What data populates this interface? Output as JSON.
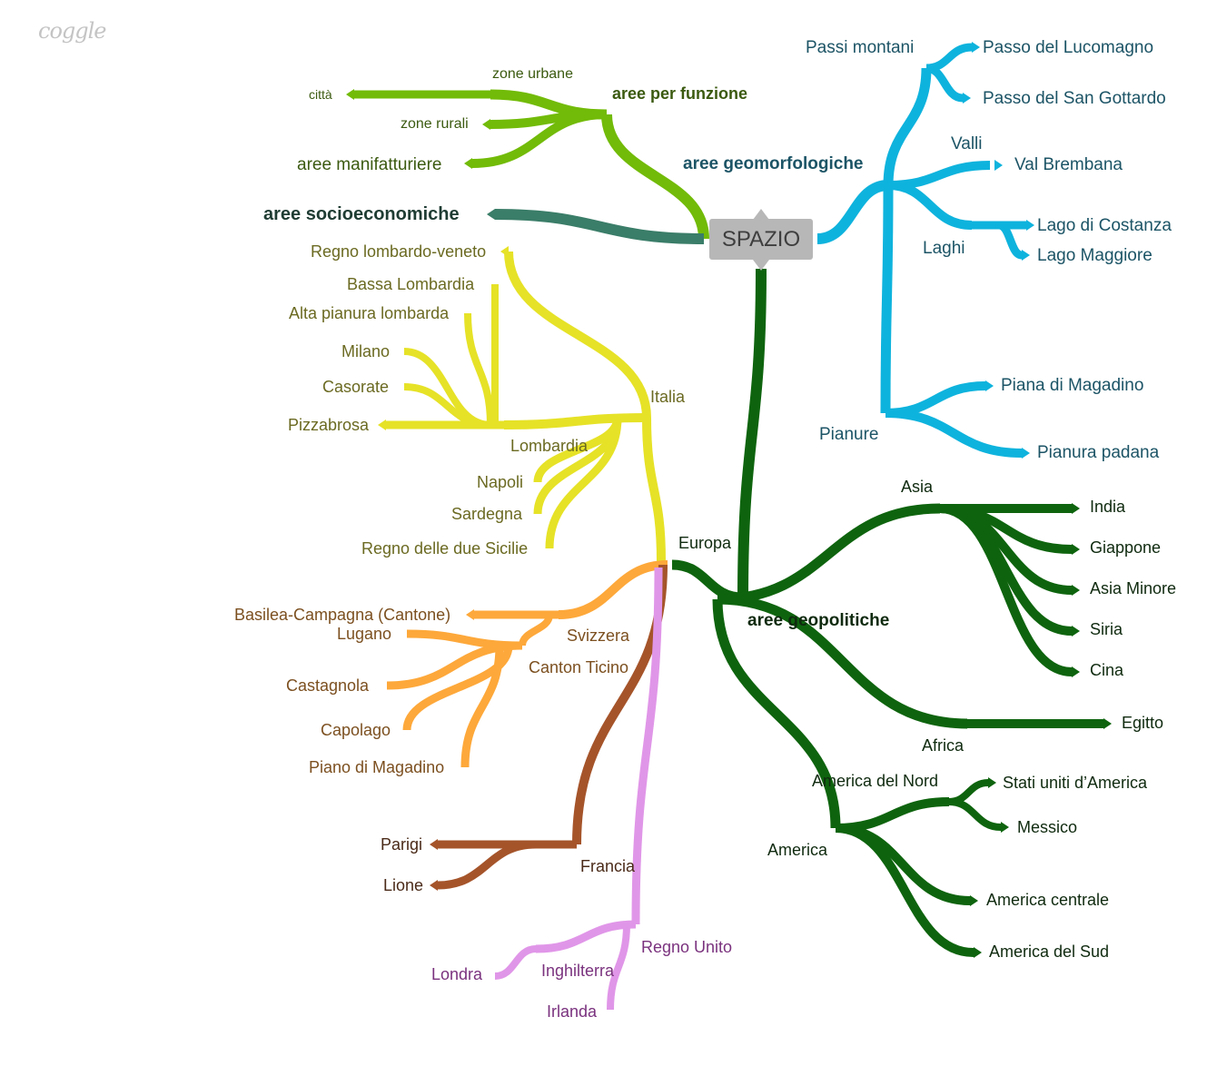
{
  "app": {
    "logo": "coggle"
  },
  "colors": {
    "funzione": "#72bb08",
    "funzione_text": "#3b5a10",
    "socio": "#3a7d68",
    "socio_text": "#1f3c33",
    "geomorf": "#0eb3dd",
    "geomorf_text": "#1c5466",
    "geopol": "#0e640e",
    "geopol_text": "#0f2a0f",
    "italia": "#e6e227",
    "italia_text": "#6b6a22",
    "svizzera": "#fda83a",
    "svizzera_text": "#7c5020",
    "francia": "#a5542a",
    "francia_text": "#4a2a18",
    "regnounito": "#e096e8",
    "regnounito_text": "#7a327e",
    "root_fill": "#b7b7b7",
    "root_text": "#3e3e3e"
  },
  "mindmap": {
    "root": "SPAZIO",
    "branches": {
      "funzione": {
        "label": "aree per funzione",
        "children": [
          "zone urbane",
          "zone rurali",
          "aree manifatturiere"
        ],
        "grandchildren": {
          "zone urbane": [
            "città"
          ]
        }
      },
      "socio": {
        "label": "aree socioeconomiche"
      },
      "geomorf": {
        "label": "aree geomorfologiche",
        "children": [
          "Passi montani",
          "Valli",
          "Laghi",
          "Pianure"
        ],
        "passi": [
          "Passo del Lucomagno",
          "Passo del San Gottardo"
        ],
        "valli": [
          "Val Brembana"
        ],
        "laghi": [
          "Lago di Costanza",
          "Lago Maggiore"
        ],
        "pianure": [
          "Piana di Magadino",
          "Pianura padana"
        ]
      },
      "geopol": {
        "label": "aree geopolitiche",
        "children": [
          "Europa",
          "Asia",
          "Africa",
          "America"
        ],
        "asia": [
          "India",
          "Giappone",
          "Asia Minore",
          "Siria",
          "Cina"
        ],
        "africa": [
          "Egitto"
        ],
        "america": [
          "America del Nord",
          "America centrale",
          "America del Sud"
        ],
        "nord": [
          "Stati uniti d’America",
          "Messico"
        ],
        "europa": [
          "Italia",
          "Svizzera",
          "Francia",
          "Regno Unito"
        ],
        "italia": [
          "Regno lombardo-veneto",
          "Lombardia",
          "Napoli",
          "Sardegna",
          "Regno delle due Sicilie"
        ],
        "lombardia": [
          "Bassa Lombardia",
          "Alta pianura lombarda",
          "Milano",
          "Casorate",
          "Pizzabrosa"
        ],
        "svizzera": [
          "Basilea-Campagna (Cantone)",
          "Canton Ticino"
        ],
        "ticino": [
          "Lugano",
          "Castagnola",
          "Capolago",
          "Piano di Magadino"
        ],
        "francia": [
          "Parigi",
          "Lione"
        ],
        "regnounito": [
          "Inghilterra",
          "Irlanda"
        ],
        "inghilterra": [
          "Londra"
        ]
      }
    }
  }
}
